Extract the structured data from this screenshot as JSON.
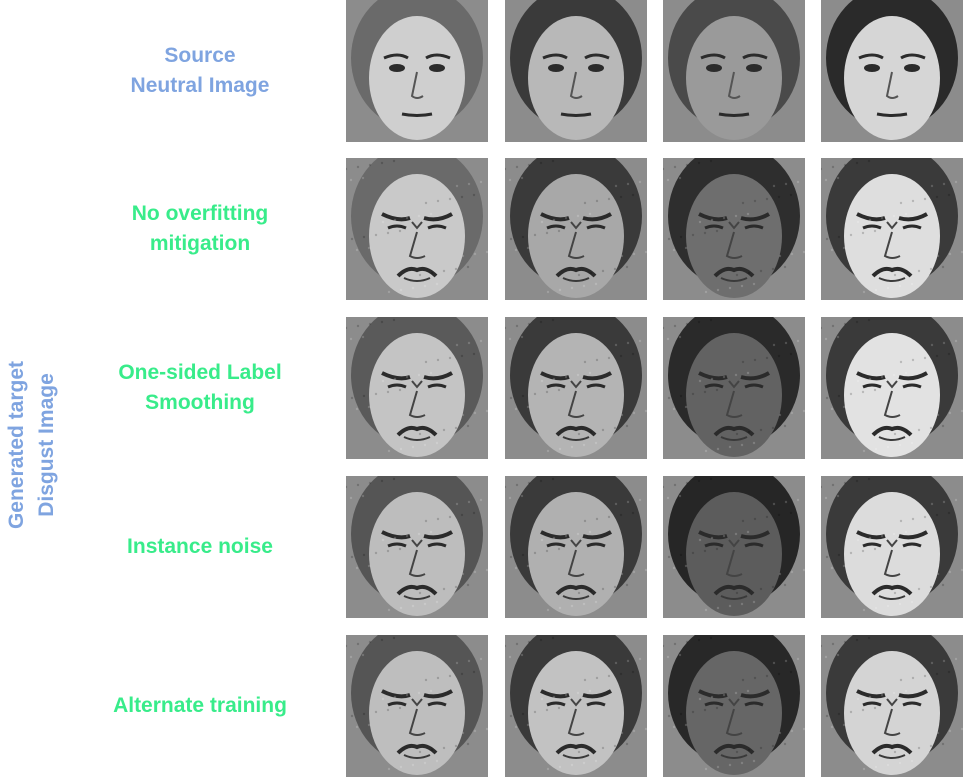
{
  "side_label": {
    "line1": "Generated target",
    "line2": "Disgust Image"
  },
  "rows": [
    {
      "kind": "source",
      "label_lines": [
        "Source",
        "Neutral Image"
      ],
      "faces": [
        {
          "name": "face-woman-long-hair-neutral",
          "tone": "#cfcfcf",
          "hair": "#6a6a6a",
          "expr": "neutral"
        },
        {
          "name": "face-woman-glancing-neutral",
          "tone": "#b8b8b8",
          "hair": "#3a3a3a",
          "expr": "neutral"
        },
        {
          "name": "face-young-man-neutral",
          "tone": "#9a9a9a",
          "hair": "#4a4a4a",
          "expr": "neutral"
        },
        {
          "name": "face-woman-short-hair-neutral",
          "tone": "#d6d6d6",
          "hair": "#2a2a2a",
          "expr": "neutral"
        }
      ]
    },
    {
      "kind": "generated",
      "label_lines": [
        "No overfitting",
        "mitigation"
      ],
      "faces": [
        {
          "name": "face-1-disgust-no-mitigation",
          "tone": "#c9c9c9",
          "hair": "#6a6a6a",
          "expr": "disgust"
        },
        {
          "name": "face-2-disgust-no-mitigation",
          "tone": "#a8a8a8",
          "hair": "#3a3a3a",
          "expr": "disgust"
        },
        {
          "name": "face-3-disgust-no-mitigation",
          "tone": "#6e6e6e",
          "hair": "#2e2e2e",
          "expr": "disgust"
        },
        {
          "name": "face-4-disgust-no-mitigation",
          "tone": "#dedede",
          "hair": "#3a3a3a",
          "expr": "disgust"
        }
      ]
    },
    {
      "kind": "generated",
      "label_lines": [
        "One-sided Label",
        "Smoothing"
      ],
      "faces": [
        {
          "name": "face-1-disgust-label-smoothing",
          "tone": "#c4c4c4",
          "hair": "#5a5a5a",
          "expr": "disgust"
        },
        {
          "name": "face-2-disgust-label-smoothing",
          "tone": "#b4b4b4",
          "hair": "#3a3a3a",
          "expr": "disgust"
        },
        {
          "name": "face-3-disgust-label-smoothing",
          "tone": "#626262",
          "hair": "#2a2a2a",
          "expr": "disgust"
        },
        {
          "name": "face-4-disgust-label-smoothing",
          "tone": "#e2e2e2",
          "hair": "#3a3a3a",
          "expr": "disgust"
        }
      ]
    },
    {
      "kind": "generated",
      "label_lines": [
        "Instance noise"
      ],
      "faces": [
        {
          "name": "face-1-disgust-instance-noise",
          "tone": "#bdbdbd",
          "hair": "#555555",
          "expr": "disgust"
        },
        {
          "name": "face-2-disgust-instance-noise",
          "tone": "#b0b0b0",
          "hair": "#3a3a3a",
          "expr": "disgust"
        },
        {
          "name": "face-3-disgust-instance-noise",
          "tone": "#5c5c5c",
          "hair": "#262626",
          "expr": "disgust"
        },
        {
          "name": "face-4-disgust-instance-noise",
          "tone": "#dcdcdc",
          "hair": "#3a3a3a",
          "expr": "disgust"
        }
      ]
    },
    {
      "kind": "generated",
      "label_lines": [
        "Alternate training"
      ],
      "faces": [
        {
          "name": "face-1-disgust-alternate-training",
          "tone": "#bebebe",
          "hair": "#555555",
          "expr": "disgust"
        },
        {
          "name": "face-2-disgust-alternate-training",
          "tone": "#c2c2c2",
          "hair": "#3a3a3a",
          "expr": "disgust"
        },
        {
          "name": "face-3-disgust-alternate-training",
          "tone": "#666666",
          "hair": "#282828",
          "expr": "disgust"
        },
        {
          "name": "face-4-disgust-alternate-training",
          "tone": "#d4d4d4",
          "hair": "#3a3a3a",
          "expr": "disgust"
        }
      ]
    }
  ]
}
